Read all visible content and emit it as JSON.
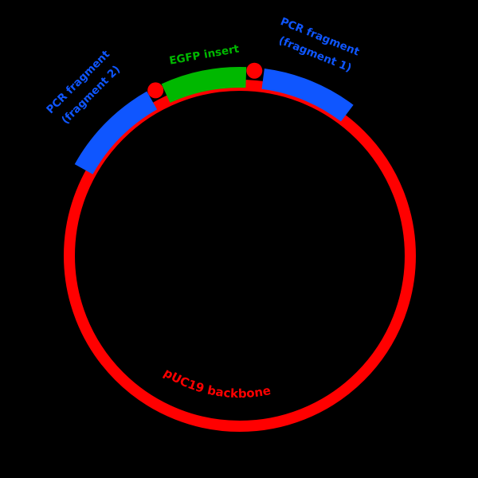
{
  "colors": {
    "background": "#000000",
    "backbone_red": "#ff0000",
    "fragment_blue": "#0f56ff",
    "insert_green": "#00b800"
  },
  "plasmid_map": {
    "backbone_label": "pUC19 backbone",
    "segments": {
      "left_fragment": {
        "position": "top-left",
        "color": "#0f56ff",
        "label_line1": "PCR fragment",
        "label_line2": "(fragment 2)"
      },
      "insert": {
        "position": "top-center",
        "color": "#00b800",
        "label": "EGFP insert"
      },
      "right_fragment": {
        "position": "top-right",
        "color": "#0f56ff",
        "label_line1": "PCR fragment",
        "label_line2": "(fragment 1)"
      }
    },
    "junction_marker_color": "#ff0000"
  }
}
